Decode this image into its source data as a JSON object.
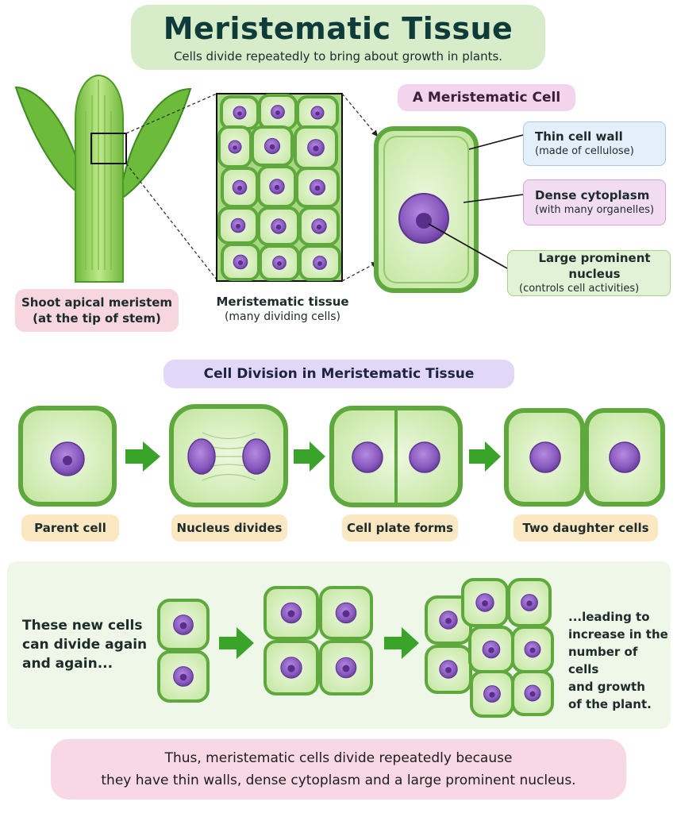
{
  "header": {
    "title": "Meristematic Tissue",
    "subtitle": "Cells divide repeatedly to bring about growth in plants."
  },
  "top_section": {
    "shoot_label": {
      "line1": "Shoot apical meristem",
      "line2": "(at the tip of stem)"
    },
    "tissue_label": {
      "line1": "Meristematic tissue",
      "line2": "(many dividing cells)"
    },
    "cell_heading": "A Meristematic Cell",
    "callouts": {
      "wall": {
        "title": "Thin cell wall",
        "sub": "(made of cellulose)"
      },
      "cytoplasm": {
        "title": "Dense cytoplasm",
        "sub": "(with many organelles)"
      },
      "nucleus": {
        "title": "Large prominent nucleus",
        "sub": "(controls cell activities)"
      }
    }
  },
  "division": {
    "heading": "Cell Division in Meristematic Tissue",
    "steps": [
      "Parent cell",
      "Nucleus divides",
      "Cell plate forms",
      "Two daughter cells"
    ]
  },
  "growth": {
    "left_text": {
      "line1": "These new cells",
      "line2": "can divide again",
      "line3": "and again..."
    },
    "right_text": {
      "line1": "...leading to",
      "line2": "increase in the",
      "line3": "number of cells",
      "line4": "and growth",
      "line5": "of the plant."
    }
  },
  "summary": {
    "line1": "Thus,  meristematic cells divide repeatedly because",
    "line2": "they have thin walls, dense cytoplasm and a large prominent nucleus."
  },
  "colors": {
    "title_bg": "#d7ecc8",
    "cell_green": "#c9e8a8",
    "cell_border": "#5fa83e",
    "nucleus_purple": "#8a5bbf",
    "arrow_green": "#3aa32a"
  }
}
